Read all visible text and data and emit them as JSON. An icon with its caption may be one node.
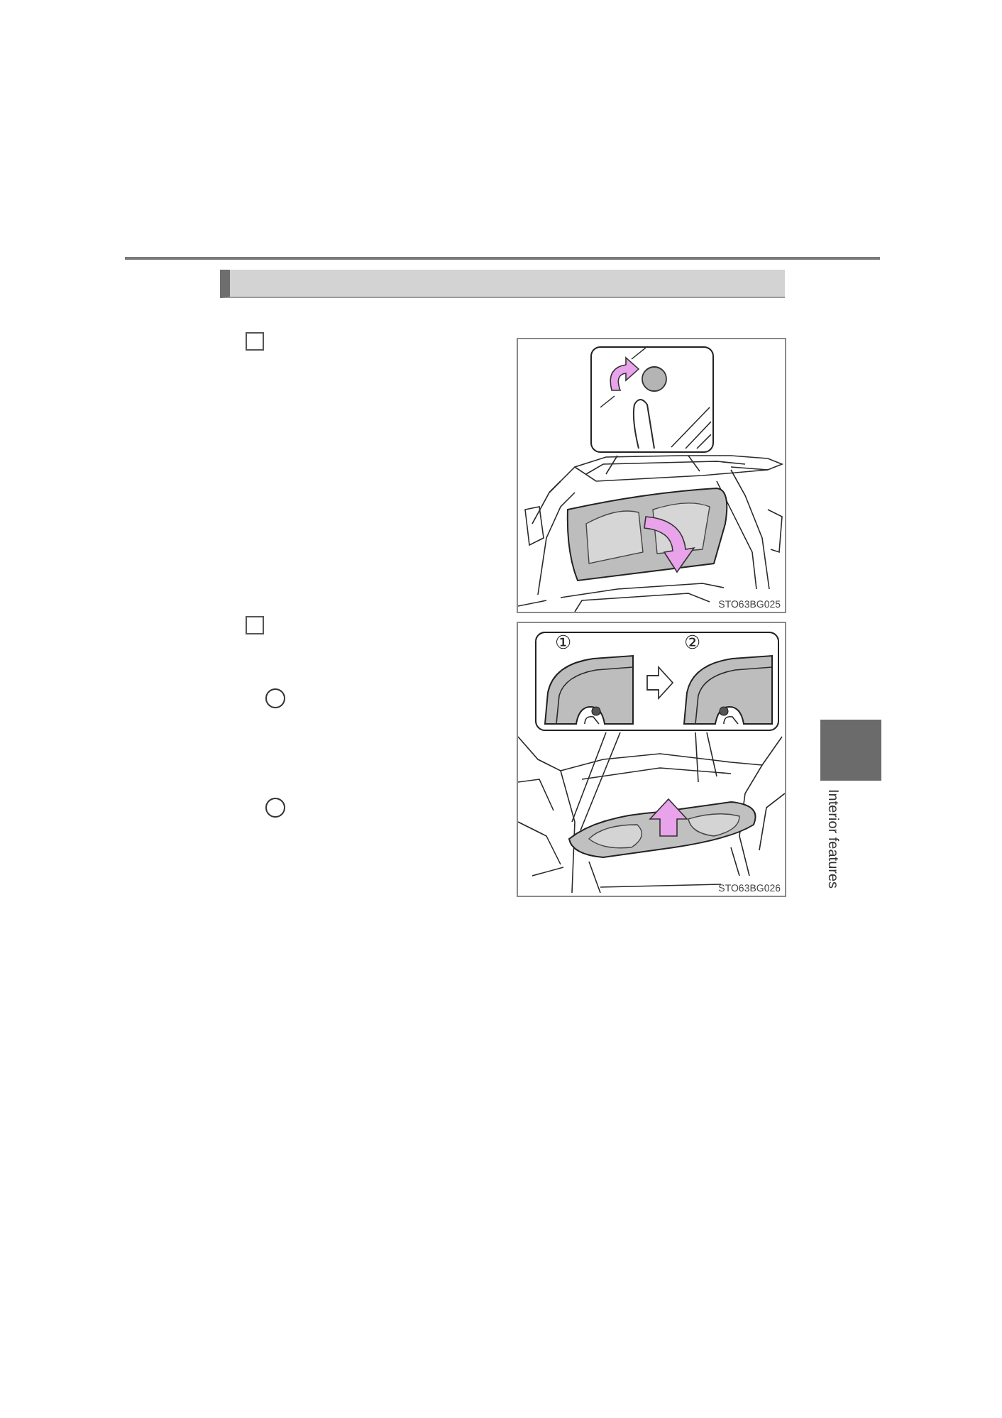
{
  "diagram": {
    "nodes": [
      {
        "text": [
          "STO63BG025"
        ]
      },
      {
        "text": [],
        "shape": "box",
        "in": 0
      },
      {
        "text": [
          "STO63BG026"
        ]
      },
      {
        "text": [
          "①",
          "②"
        ],
        "in": 2
      }
    ],
    "labels": [
      "Interior features"
    ]
  }
}
